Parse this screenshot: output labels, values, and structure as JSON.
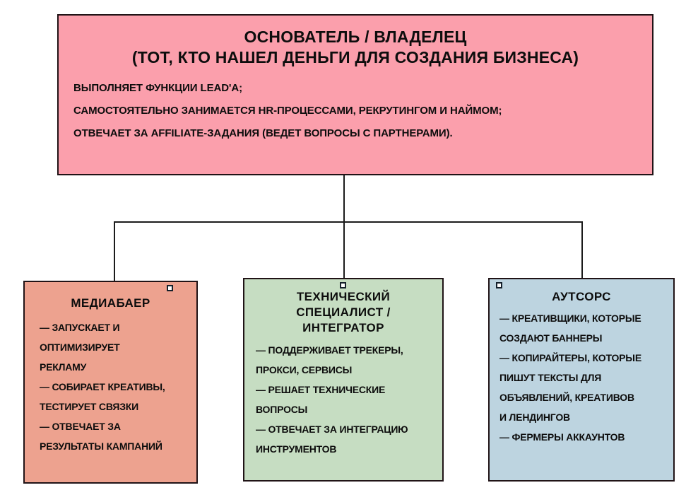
{
  "diagram": {
    "colors": {
      "root_fill": "#fb9fac",
      "mediabuyer_fill": "#eda28f",
      "techspec_fill": "#c6ddc2",
      "outsource_fill": "#bdd4e0",
      "border": "#201316",
      "connector": "#1b1b1b",
      "text": "#0d0d0d",
      "background": "#ffffff"
    },
    "root": {
      "title_line1": "ОСНОВАТЕЛЬ / ВЛАДЕЛЕЦ",
      "title_line2": "(ТОТ, КТО НАШЕЛ ДЕНЬГИ ДЛЯ СОЗДАНИЯ БИЗНЕСА)",
      "duties": [
        "ВЫПОЛНЯЕТ ФУНКЦИИ LEAD'A;",
        "САМОСТОЯТЕЛЬНО ЗАНИМАЕТСЯ HR-ПРОЦЕССАМИ, РЕКРУТИНГОМ И НАЙМОМ;",
        "ОТВЕЧАЕТ ЗА AFFILIATE-ЗАДАНИЯ (ВЕДЕТ ВОПРОСЫ С ПАРТНЕРАМИ)."
      ]
    },
    "children": [
      {
        "id": "mediabuyer",
        "title_line1": "МЕДИАБАЕР",
        "title_line2": "",
        "title_line3": "",
        "duties": [
          {
            "line1": "— ЗАПУСКАЕТ И",
            "line2": "ОПТИМИЗИРУЕТ",
            "line3": "РЕКЛАМУ"
          },
          {
            "line1": "— СОБИРАЕТ КРЕАТИВЫ,",
            "line2": "ТЕСТИРУЕТ СВЯЗКИ",
            "line3": ""
          },
          {
            "line1": "— ОТВЕЧАЕТ ЗА",
            "line2": "РЕЗУЛЬТАТЫ КАМПАНИЙ",
            "line3": ""
          }
        ]
      },
      {
        "id": "techspec",
        "title_line1": "ТЕХНИЧЕСКИЙ",
        "title_line2": "СПЕЦИАЛИСТ /",
        "title_line3": "ИНТЕГРАТОР",
        "duties": [
          {
            "line1": "— ПОДДЕРЖИВАЕТ ТРЕКЕРЫ,",
            "line2": "ПРОКСИ, СЕРВИСЫ",
            "line3": ""
          },
          {
            "line1": "— РЕШАЕТ ТЕХНИЧЕСКИЕ",
            "line2": "ВОПРОСЫ",
            "line3": ""
          },
          {
            "line1": "— ОТВЕЧАЕТ ЗА ИНТЕГРАЦИЮ",
            "line2": "ИНСТРУМЕНТОВ",
            "line3": ""
          }
        ]
      },
      {
        "id": "outsource",
        "title_line1": "АУТСОРС",
        "title_line2": "",
        "title_line3": "",
        "duties": [
          {
            "line1": "— КРЕАТИВЩИКИ, КОТОРЫЕ",
            "line2": "СОЗДАЮТ БАННЕРЫ",
            "line3": ""
          },
          {
            "line1": "— КОПИРАЙТЕРЫ, КОТОРЫЕ",
            "line2": "ПИШУТ ТЕКСТЫ ДЛЯ",
            "line3": "ОБЪЯВЛЕНИЙ, КРЕАТИВОВ"
          },
          {
            "line1": "И ЛЕНДИНГОВ",
            "line2": "",
            "line3": ""
          },
          {
            "line1": "— ФЕРМЕРЫ АККАУНТОВ",
            "line2": "",
            "line3": ""
          }
        ]
      }
    ]
  }
}
